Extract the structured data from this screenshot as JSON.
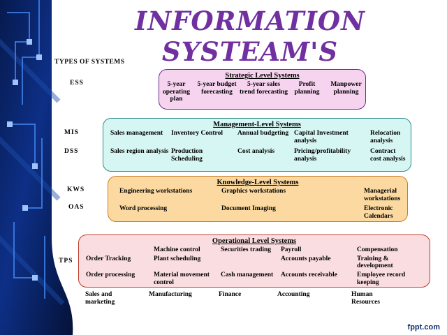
{
  "title": "INFORMATION SYSTEAM'S",
  "subtitle": "TYPES OF SYSTEMS",
  "watermark": "fppt.com",
  "side_labels": [
    "ESS",
    "MIS",
    "DSS",
    "KWS",
    "OAS",
    "TPS"
  ],
  "boxes": [
    {
      "name": "strategic",
      "header": "Strategic Level Systems",
      "rows": [
        [
          "5-year operating plan",
          "5-year budget forecasting",
          "5-year sales trend forecasting",
          "Profit planning",
          "Manpower planning"
        ]
      ]
    },
    {
      "name": "management",
      "header": "Management-Level Systems",
      "rows": [
        [
          "Sales management",
          "Inventory Control",
          "Annual budgeting",
          "Capital Investment analysis",
          "Relocation analysis"
        ],
        [
          "Sales region analysis",
          "Production Scheduling",
          "Cost analysis",
          "Pricing/profitability analysis",
          "Contract cost analysis"
        ]
      ]
    },
    {
      "name": "knowledge",
      "header": "Knowledge-Level Systems",
      "rows": [
        [
          "Engineering workstations",
          "Graphics workstations",
          "Managerial workstations"
        ],
        [
          "Word processing",
          "Document Imaging",
          "Electronic Calendars"
        ]
      ]
    },
    {
      "name": "operational",
      "header": "Operational Level Systems",
      "rows": [
        [
          "",
          "Machine control",
          "Securities trading",
          "Payroll",
          "Compensation"
        ],
        [
          "Order Tracking",
          "Plant scheduling",
          "",
          "Accounts payable",
          "Training & development"
        ],
        [
          "Order processing",
          "Material movement control",
          "Cash management",
          "Accounts receivable",
          "Employee record keeping"
        ]
      ]
    }
  ],
  "functions": [
    "Sales and marketing",
    "Manufacturing",
    "Finance",
    "Accounting",
    "Human Resources"
  ],
  "colors": {
    "title": "#7030a0",
    "strategic_bg": "#f6d3ee",
    "strategic_border": "#6a2c91",
    "management_bg": "#d6f6f3",
    "management_border": "#2e8b8b",
    "knowledge_bg": "#fbd9a0",
    "knowledge_border": "#c87d2a",
    "operational_bg": "#fadde0",
    "operational_border": "#c0392b",
    "watermark_color": "#16336e"
  }
}
